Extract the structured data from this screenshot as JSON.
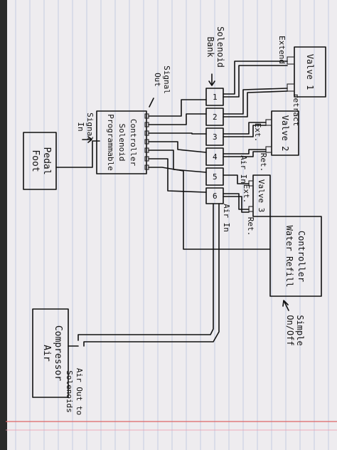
{
  "labels": {
    "foot_pedal_line1": "Foot",
    "foot_pedal_line2": "Pedal",
    "signal_in_line1": "Signal",
    "signal_in_line2": "In",
    "controller_line1": "Programmable",
    "controller_line2": "Solenoid",
    "controller_line3": "Controller",
    "signal_out_line1": "Signal",
    "signal_out_line2": "Out",
    "solenoid_bank_line1": "Solenoid",
    "solenoid_bank_line2": "Bank",
    "valve1": "Valve 1",
    "valve2": "Valve 2",
    "valve3": "Valve 3",
    "extend": "Extend",
    "retract": "retract",
    "ext": "Ext.",
    "ret": "Ret.",
    "air_in_mid": "Air In",
    "air_in_low": "Air In",
    "water_line1": "Water Refill",
    "water_line2": "Controller",
    "simple_line1": "Simple",
    "simple_line2": "On/Off",
    "air_comp_line1": "Air",
    "air_comp_line2": "Compressor",
    "air_out_line1": "Air Out to",
    "air_out_line2": "Solenoids",
    "n1": "1",
    "n2": "2",
    "n3": "3",
    "n4": "4",
    "n5": "5",
    "n6": "6"
  }
}
